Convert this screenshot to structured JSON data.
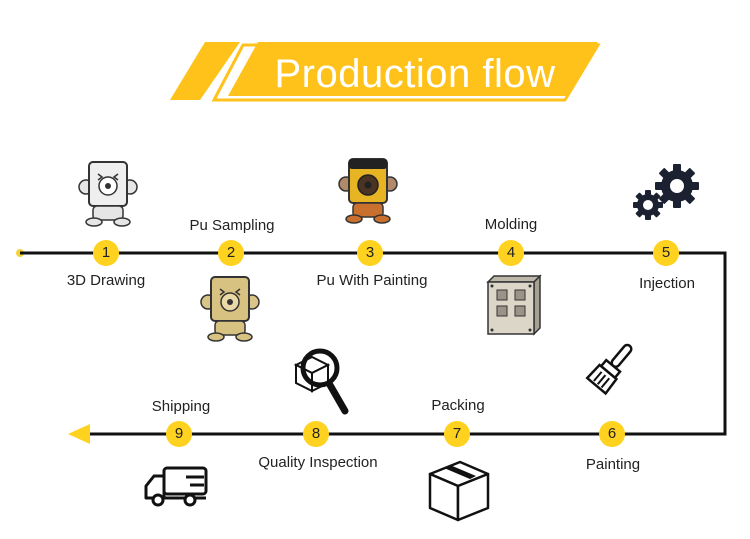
{
  "title": "Production flow",
  "colors": {
    "accent": "#FFC21A",
    "line": "#111111",
    "badge": "#FFD21F"
  },
  "steps": [
    {
      "num": "1",
      "label": "3D Drawing",
      "icon": "white-doll-icon"
    },
    {
      "num": "2",
      "label": "Pu Sampling",
      "icon": "tan-doll-icon"
    },
    {
      "num": "3",
      "label": "Pu With Painting",
      "icon": "painted-doll-icon"
    },
    {
      "num": "4",
      "label": "Molding",
      "icon": "mold-block-icon"
    },
    {
      "num": "5",
      "label": "Injection",
      "icon": "gears-icon"
    },
    {
      "num": "6",
      "label": "Painting",
      "icon": "paintbrush-icon"
    },
    {
      "num": "7",
      "label": "Packing",
      "icon": "box-icon"
    },
    {
      "num": "8",
      "label": "Quality Inspection",
      "icon": "magnifier-box-icon"
    },
    {
      "num": "9",
      "label": "Shipping",
      "icon": "truck-icon"
    }
  ]
}
